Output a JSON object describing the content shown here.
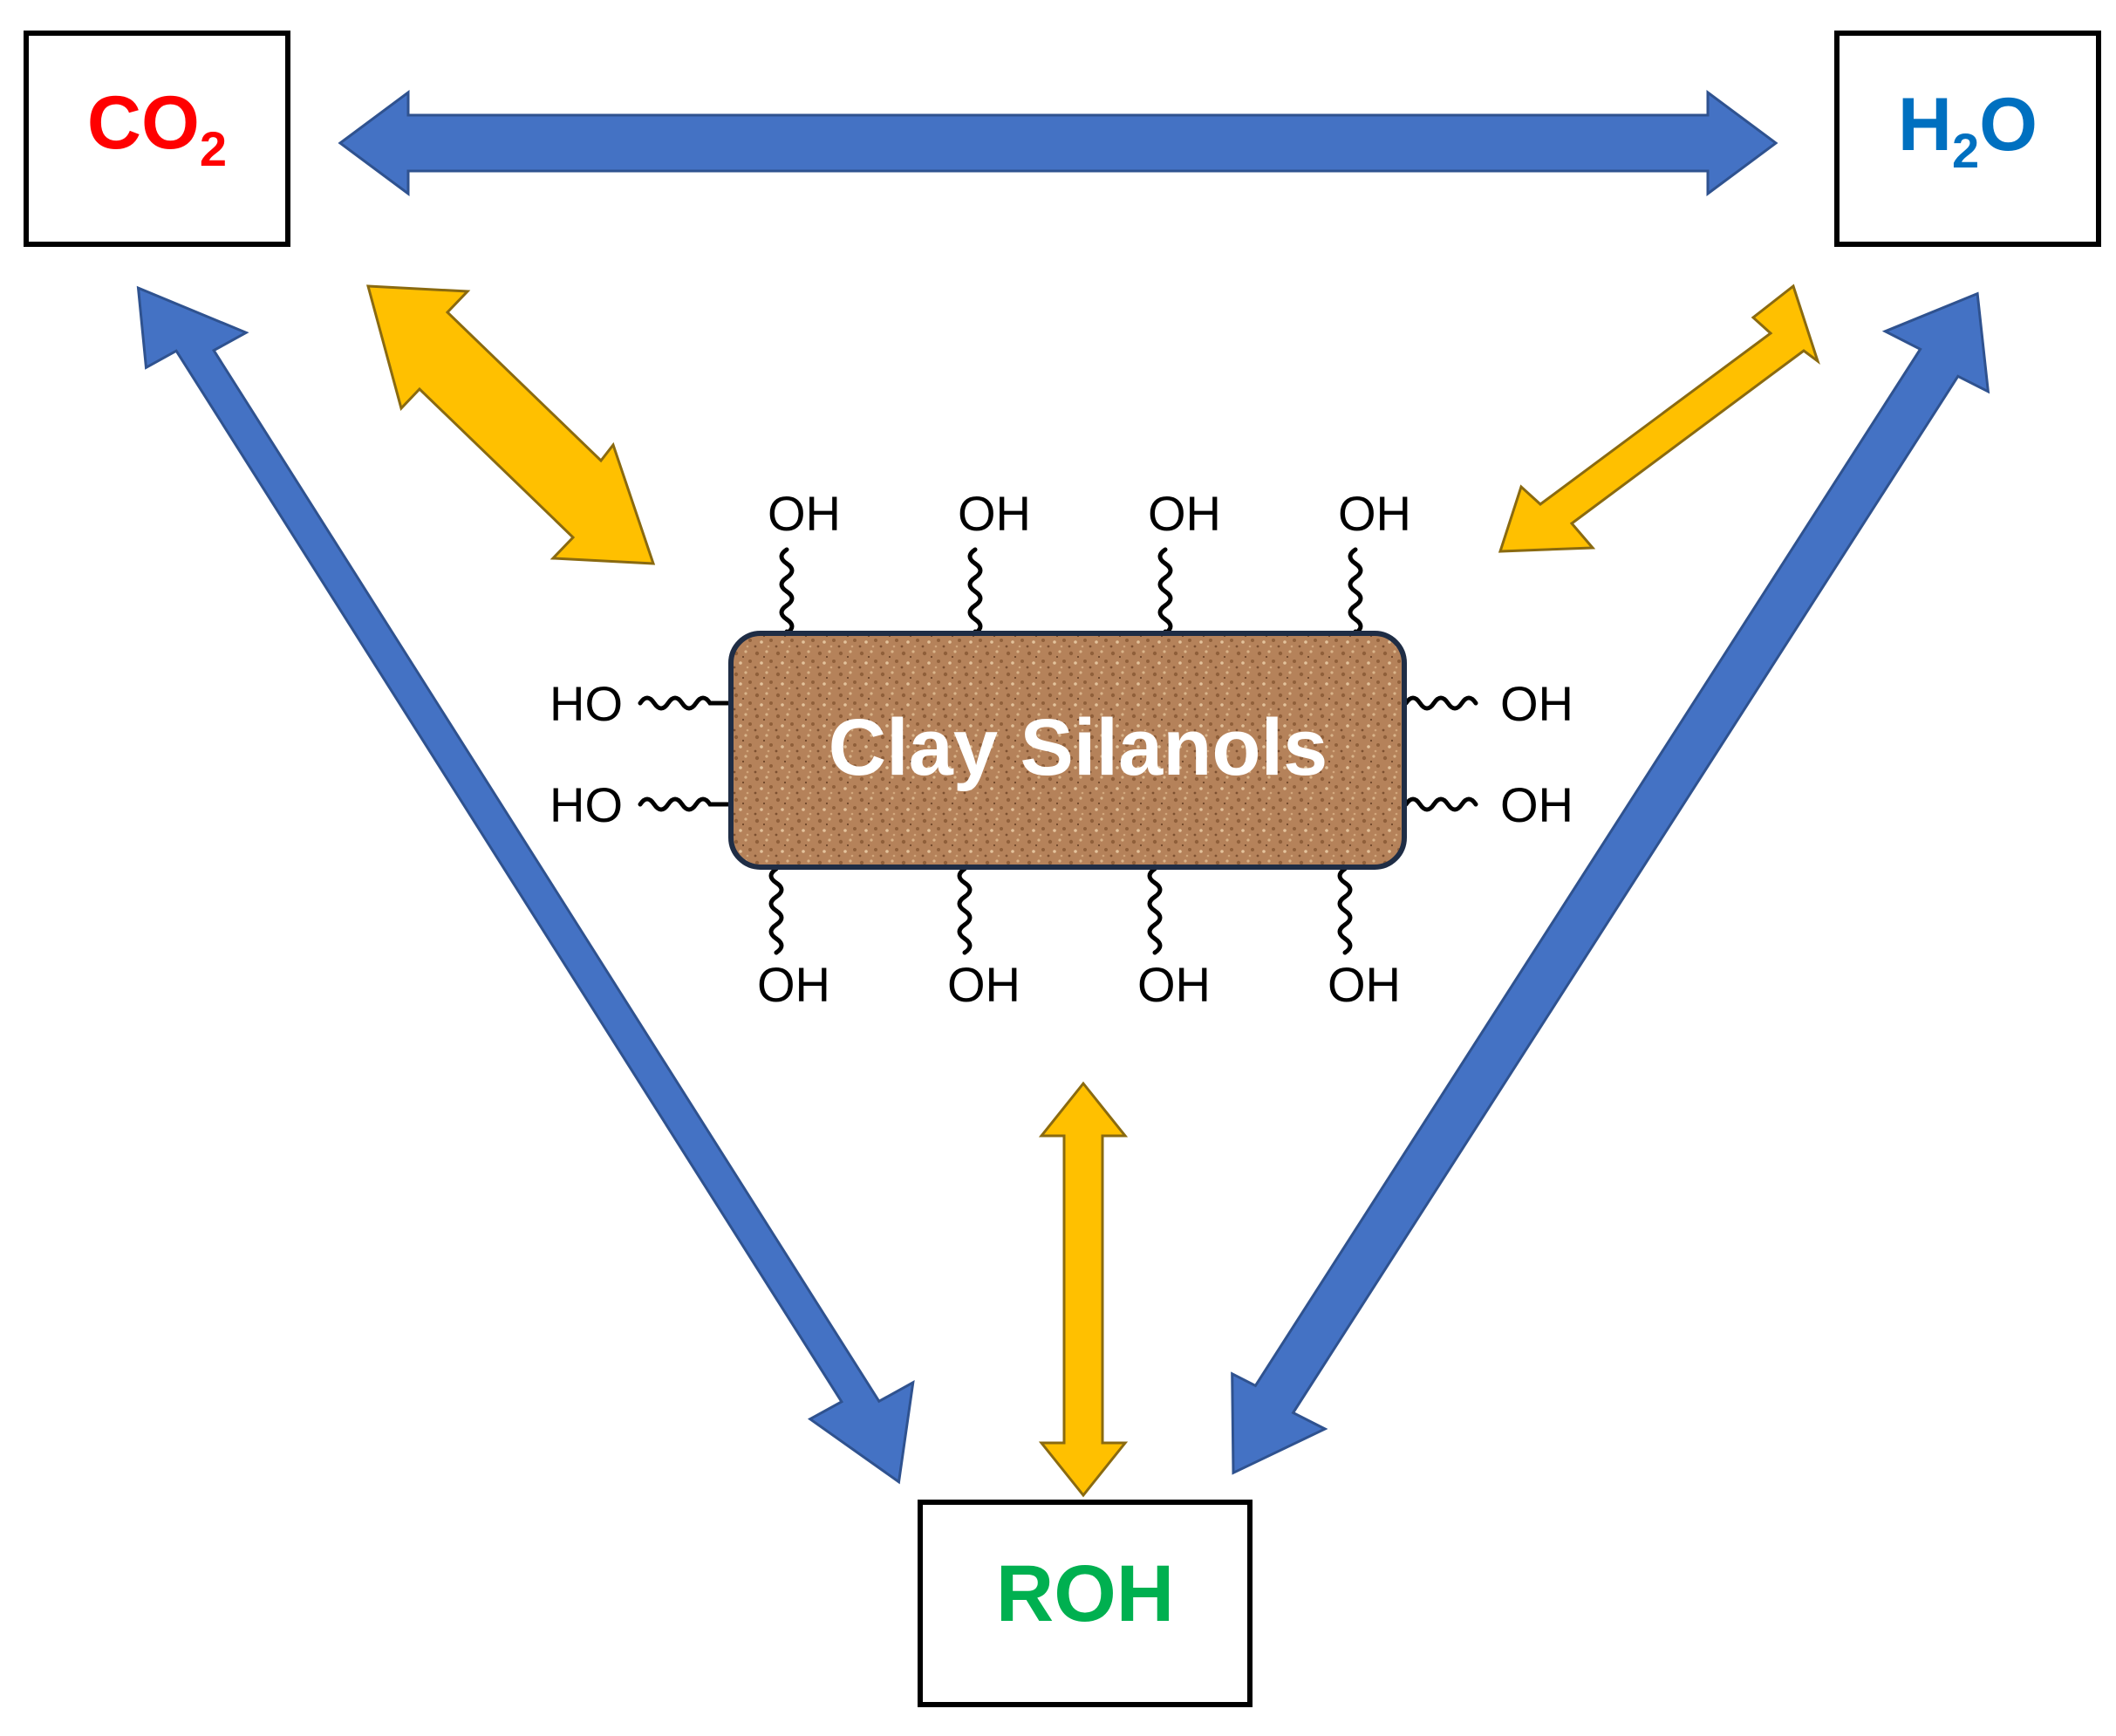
{
  "species": {
    "co2": {
      "main": "CO",
      "sub": "2",
      "color": "#ff0000"
    },
    "h2o": {
      "pre": "H",
      "sub": "2",
      "post": "O",
      "color": "#0070c0"
    },
    "roh": {
      "label": "ROH",
      "color": "#00b050"
    }
  },
  "clay": {
    "label": "Clay Silanols",
    "color": "#b5825a"
  },
  "hydroxyl": {
    "oh": "OH",
    "ho": "HO"
  },
  "colors": {
    "blue_arrow": "#4472c4",
    "blue_arrow_edge": "#2f528f",
    "gold_arrow": "#ffc000",
    "gold_arrow_edge": "#8a6a10"
  }
}
